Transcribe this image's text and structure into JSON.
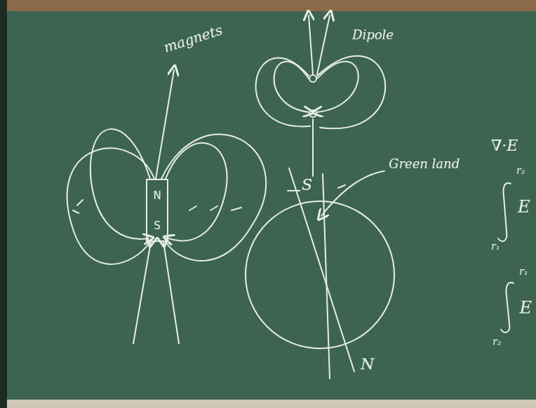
{
  "diagram": {
    "nodes": [
      {
        "text": [
          "N",
          "S"
        ]
      }
    ],
    "labels": [
      "magnets",
      "Dipole",
      "S",
      "Green land",
      "N",
      "∇·E",
      "r₂",
      "E",
      "r₁",
      "r₁",
      "E",
      "r₂"
    ]
  }
}
